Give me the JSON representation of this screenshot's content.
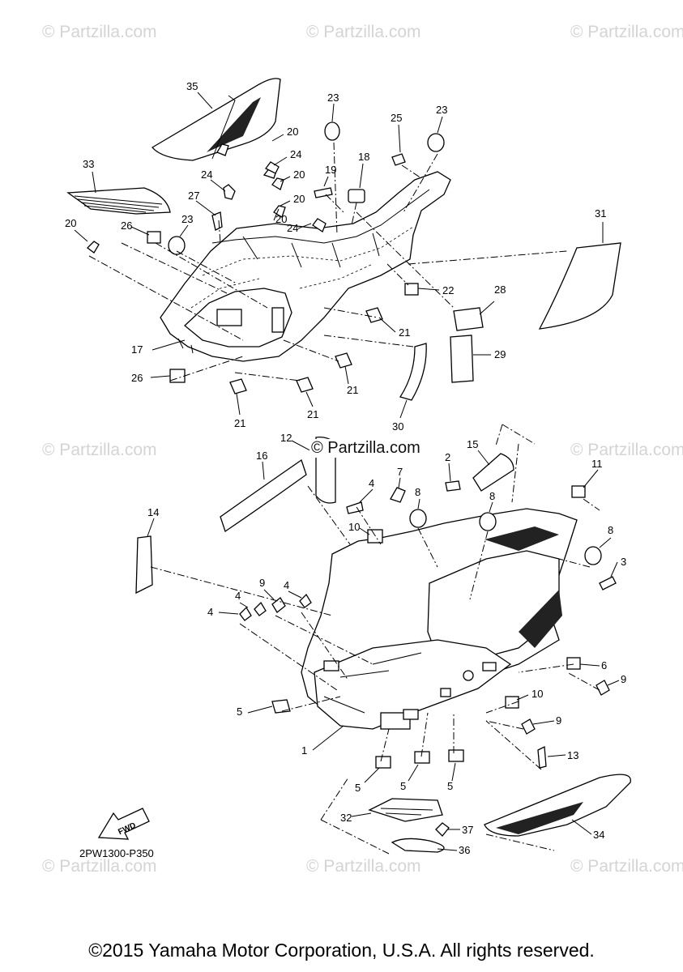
{
  "watermark": {
    "text": "© Partzilla.com",
    "center_text": "© Partzilla.com"
  },
  "diagram_code": "2PW1300-P350",
  "fwd_label": "FWD",
  "copyright": "©2015 Yamaha Motor Corporation, U.S.A. All rights reserved.",
  "callouts": [
    "35",
    "33",
    "20",
    "24",
    "20",
    "27",
    "24",
    "20",
    "23",
    "23",
    "25",
    "23",
    "18",
    "19",
    "20",
    "24",
    "26",
    "20",
    "31",
    "22",
    "28",
    "29",
    "21",
    "17",
    "26",
    "21",
    "21",
    "30",
    "21",
    "12",
    "16",
    "15",
    "7",
    "2",
    "4",
    "11",
    "14",
    "8",
    "8",
    "10",
    "8",
    "3",
    "9",
    "4",
    "4",
    "4",
    "6",
    "9",
    "10",
    "5",
    "9",
    "1",
    "13",
    "5",
    "5",
    "5",
    "32",
    "37",
    "34",
    "36"
  ]
}
